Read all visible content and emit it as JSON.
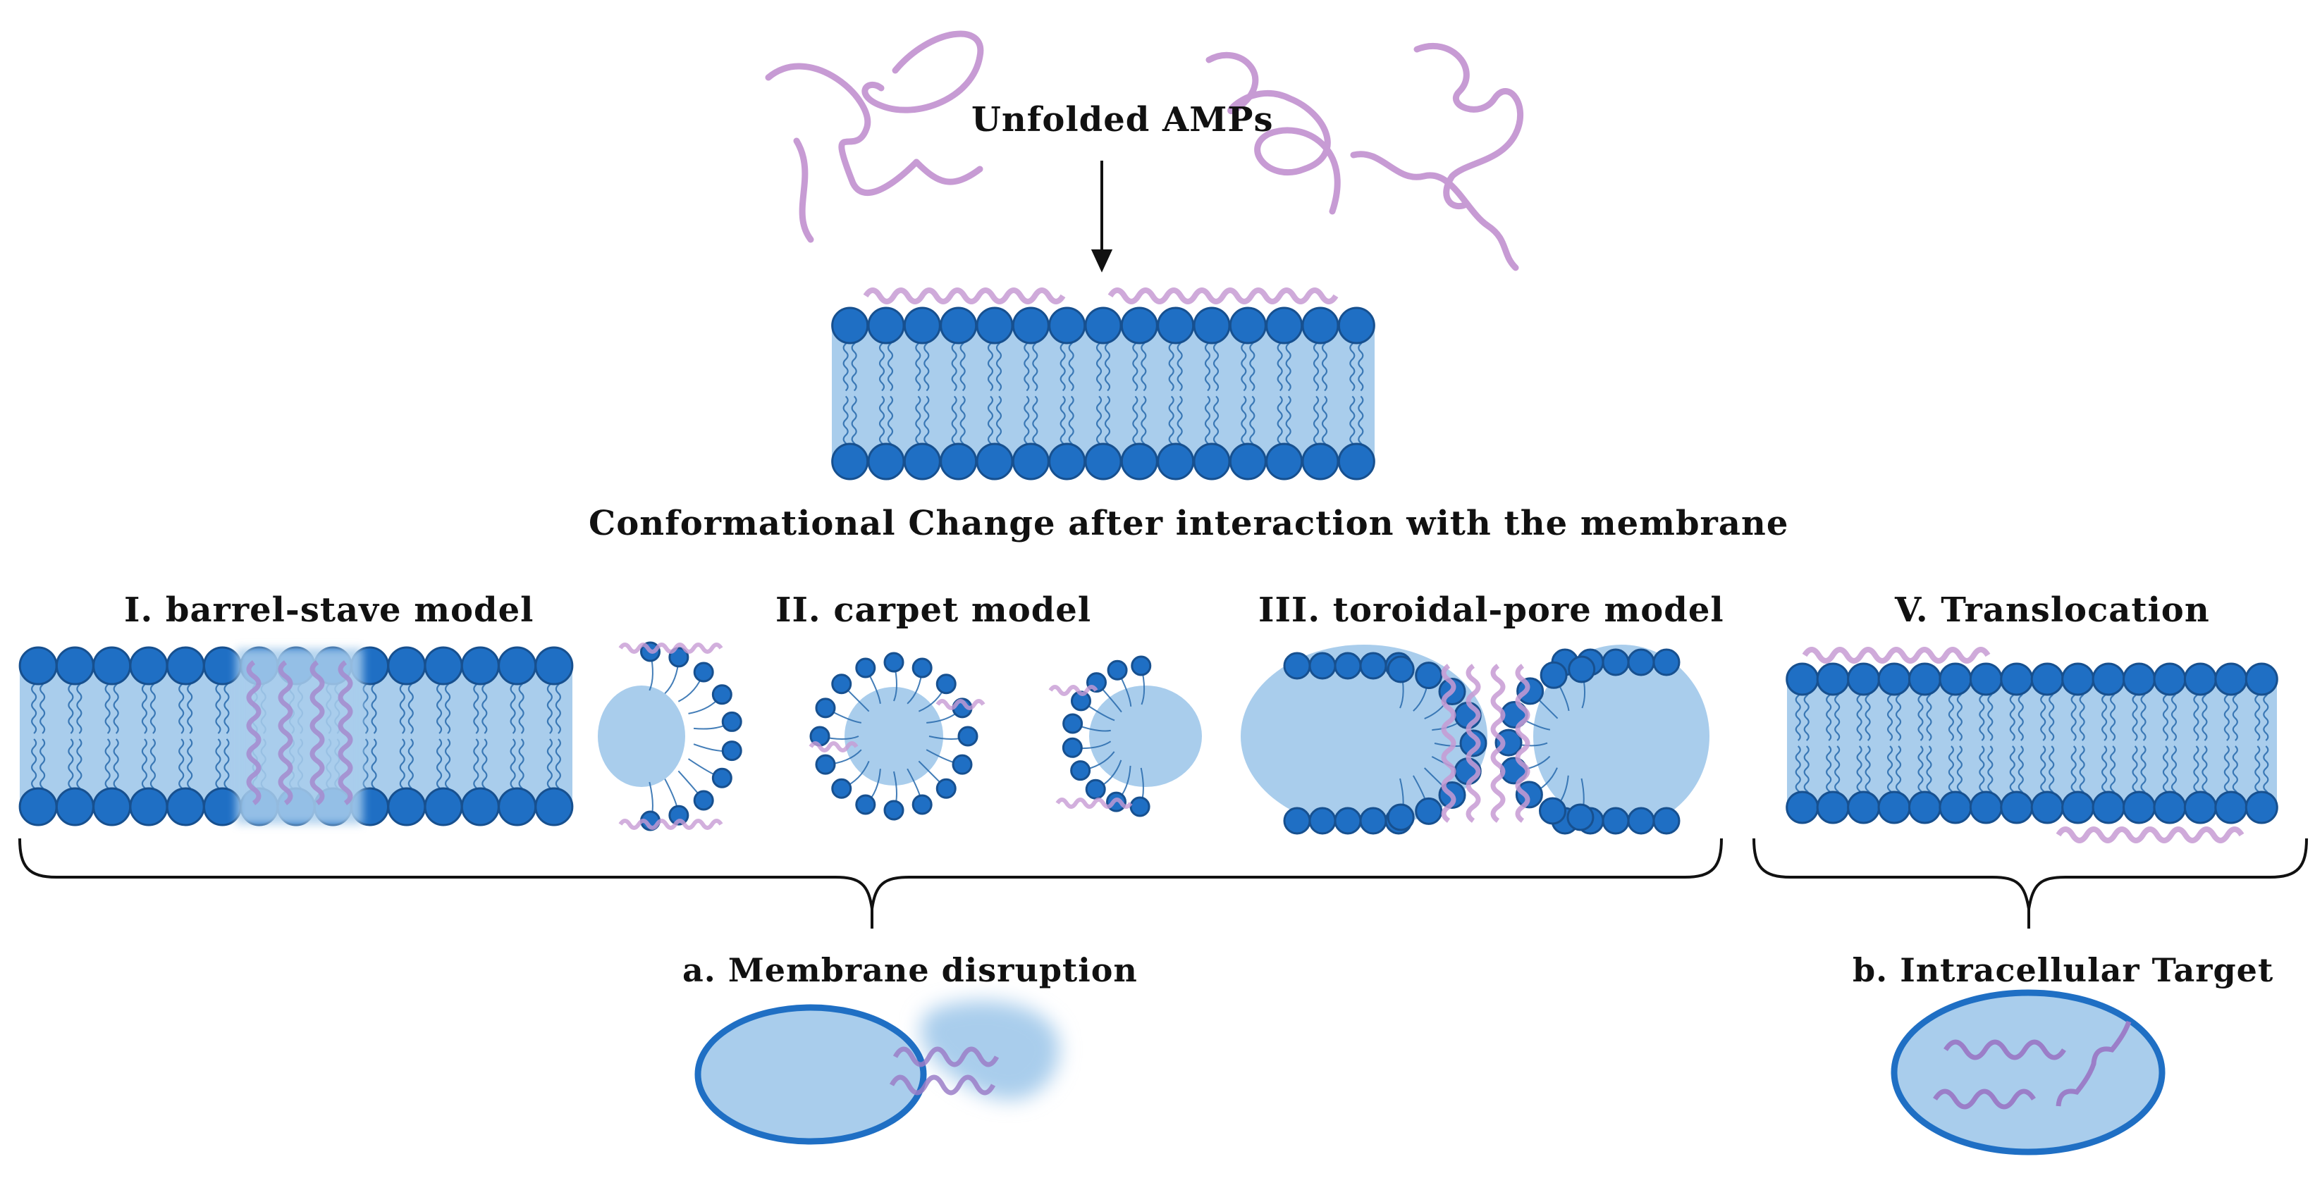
{
  "labels": {
    "unfolded": "Unfolded AMPs",
    "conformational": "Conformational Change after interaction with the membrane",
    "model_1": "I. barrel-stave model",
    "model_2": "II. carpet model",
    "model_3": "III. toroidal-pore model",
    "model_5": "V. Translocation",
    "outcome_a": "a. Membrane disruption",
    "outcome_b": "b. Intracellular Target"
  },
  "colors": {
    "headgroup": "#1f6fc4",
    "headgroup_stroke": "#17508f",
    "core": "#a9cdec",
    "tail": "#2f6fb0",
    "peptide": "#c79bd4",
    "peptide_inner": "#a58ed0",
    "bracket": "#111111",
    "text": "#111111"
  }
}
